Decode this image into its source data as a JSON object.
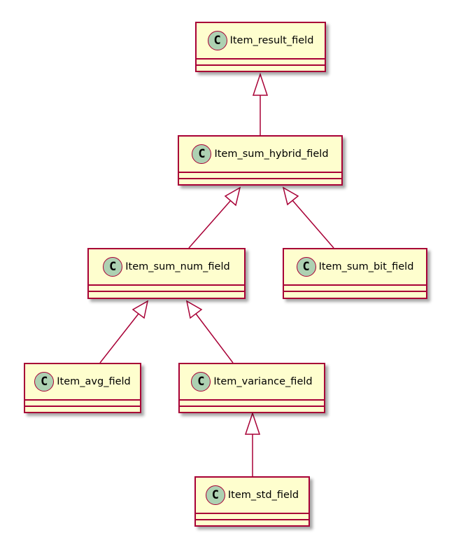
{
  "diagram": {
    "colors": {
      "class_fill": "#fefece",
      "class_border": "#a80036",
      "badge_fill": "#add1b2",
      "edge": "#a80036"
    },
    "badge_icon": "class-c-icon",
    "classes": {
      "item_result_field": {
        "badge": "C",
        "name": "Item_result_field"
      },
      "item_sum_hybrid_field": {
        "badge": "C",
        "name": "Item_sum_hybrid_field"
      },
      "item_sum_num_field": {
        "badge": "C",
        "name": "Item_sum_num_field"
      },
      "item_sum_bit_field": {
        "badge": "C",
        "name": "Item_sum_bit_field"
      },
      "item_avg_field": {
        "badge": "C",
        "name": "Item_avg_field"
      },
      "item_variance_field": {
        "badge": "C",
        "name": "Item_variance_field"
      },
      "item_std_field": {
        "badge": "C",
        "name": "Item_std_field"
      }
    },
    "inheritance": [
      {
        "child": "item_sum_hybrid_field",
        "parent": "item_result_field"
      },
      {
        "child": "item_sum_num_field",
        "parent": "item_sum_hybrid_field"
      },
      {
        "child": "item_sum_bit_field",
        "parent": "item_sum_hybrid_field"
      },
      {
        "child": "item_avg_field",
        "parent": "item_sum_num_field"
      },
      {
        "child": "item_variance_field",
        "parent": "item_sum_num_field"
      },
      {
        "child": "item_std_field",
        "parent": "item_variance_field"
      }
    ]
  }
}
